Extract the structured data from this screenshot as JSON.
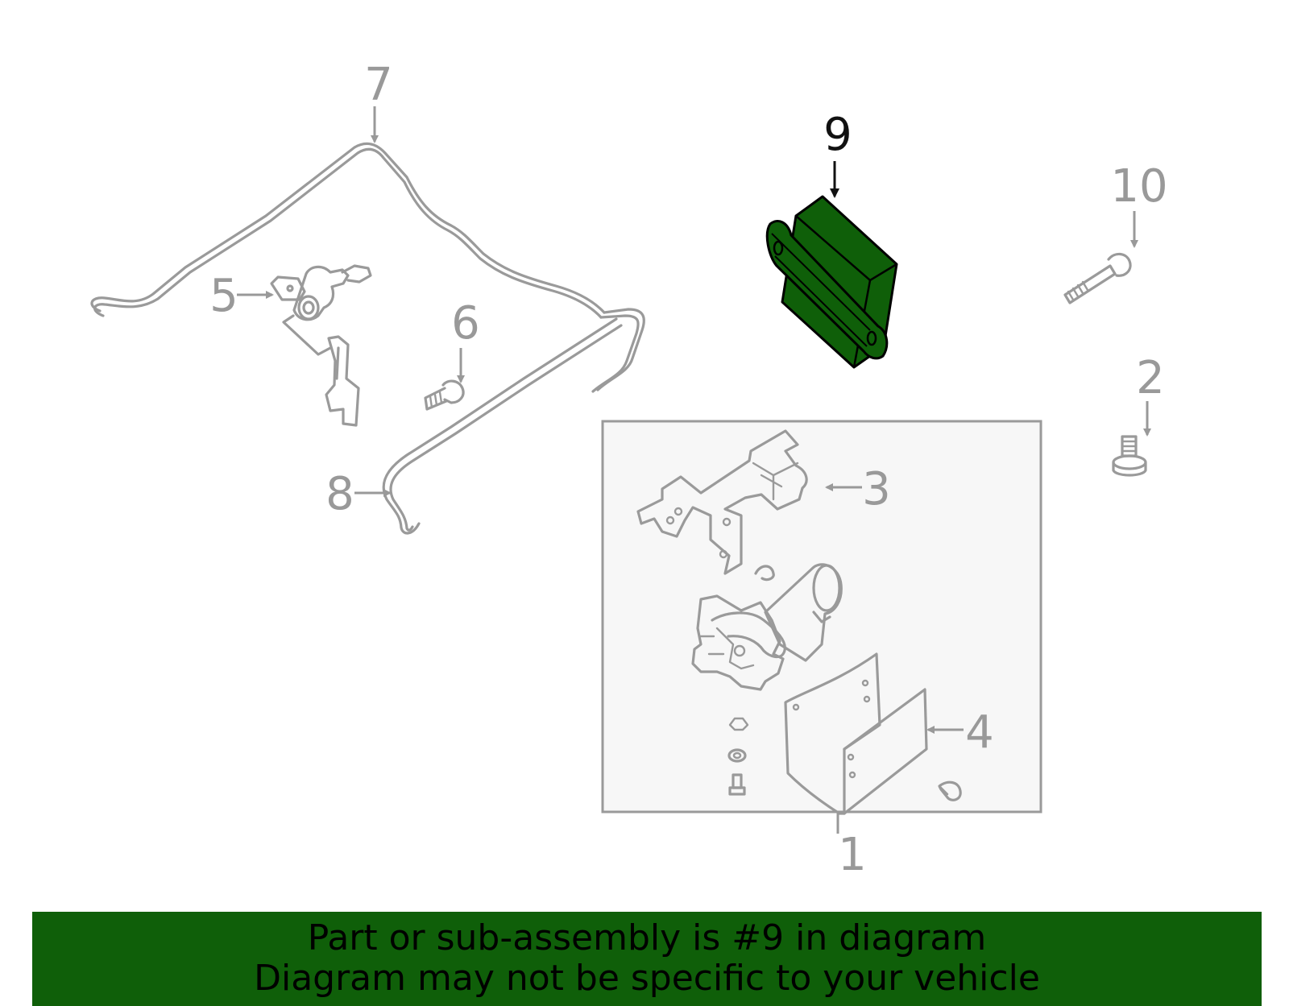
{
  "callouts": {
    "c1": "1",
    "c2": "2",
    "c3": "3",
    "c4": "4",
    "c5": "5",
    "c6": "6",
    "c7": "7",
    "c8": "8",
    "c9": "9",
    "c10": "10"
  },
  "highlight_part": "9",
  "colors": {
    "highlight_fill": "#0f5f09",
    "line_gray": "#9a9a9a",
    "banner_bg": "#0f5f09",
    "subassembly_box_bg": "#f7f7f7"
  },
  "banner": {
    "line1": "Part or sub-assembly is #9 in diagram",
    "line2": "Diagram may not be specific to your vehicle"
  }
}
